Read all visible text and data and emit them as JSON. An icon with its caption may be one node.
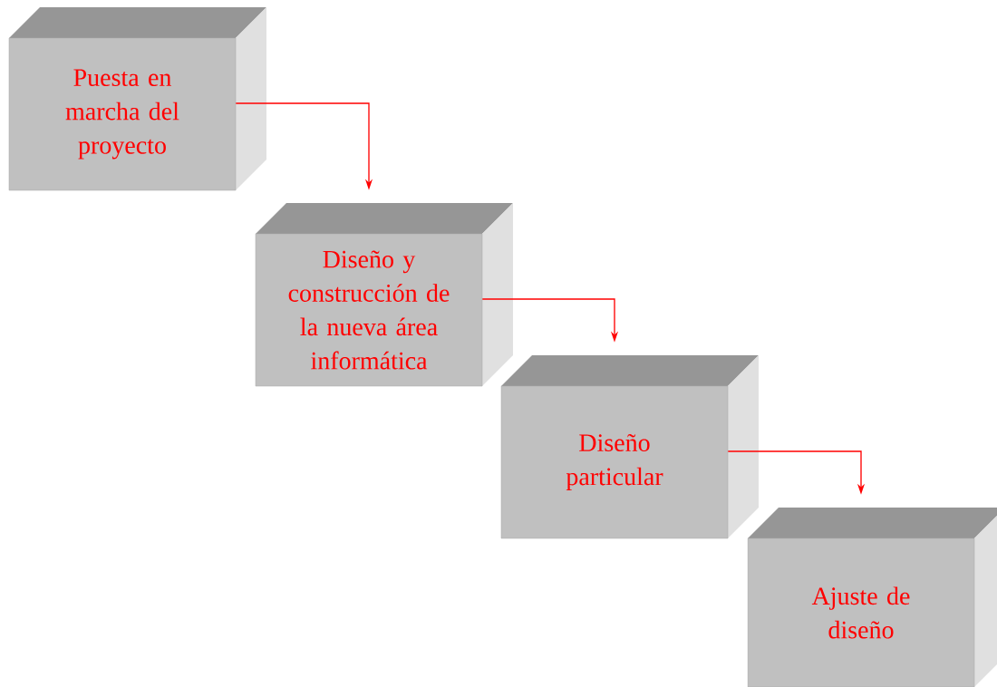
{
  "diagram": {
    "nodes": [
      {
        "text": [
          "Puesta en marcha del proyecto"
        ]
      },
      {
        "text": [
          "Diseño y construcción de la nueva área informática"
        ]
      },
      {
        "text": [
          "Diseño particular"
        ]
      },
      {
        "text": [
          "Ajuste de diseño"
        ]
      }
    ],
    "edges": [
      {
        "from": 0,
        "to": 1,
        "arrow": "to",
        "color": "#ff0000"
      },
      {
        "from": 1,
        "to": 2,
        "arrow": "to",
        "color": "#ff0000"
      },
      {
        "from": 2,
        "to": 3,
        "arrow": "to",
        "color": "#ff0000"
      }
    ]
  }
}
